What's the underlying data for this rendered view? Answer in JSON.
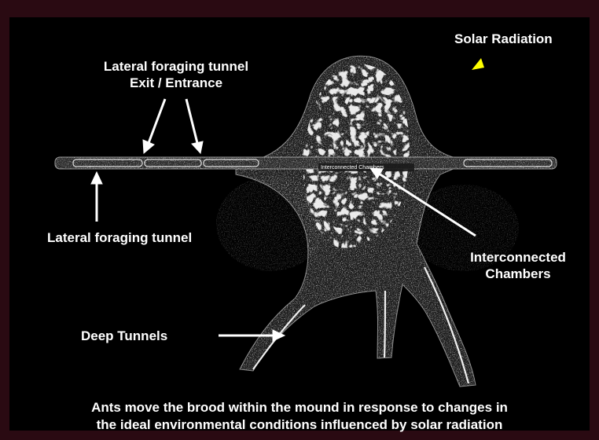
{
  "labels": {
    "solar_radiation": "Solar Radiation",
    "exit_line1": "Lateral foraging tunnel",
    "exit_line2": "Exit / Entrance",
    "lateral_tunnel": "Lateral foraging tunnel",
    "chambers_line1": "Interconnected",
    "chambers_line2": "Chambers",
    "deep_tunnels": "Deep Tunnels",
    "inner_label": "Interconnected Chambers"
  },
  "caption": {
    "line1": "Ants move the brood within the mound in response to changes in",
    "line2": "the ideal environmental conditions influenced by solar radiation"
  },
  "colors": {
    "background": "#000000",
    "frame": "#2a0a12",
    "text": "#ffffff",
    "sun_arrow": "#ffff00",
    "mound_texture": "#d9d9d9"
  }
}
